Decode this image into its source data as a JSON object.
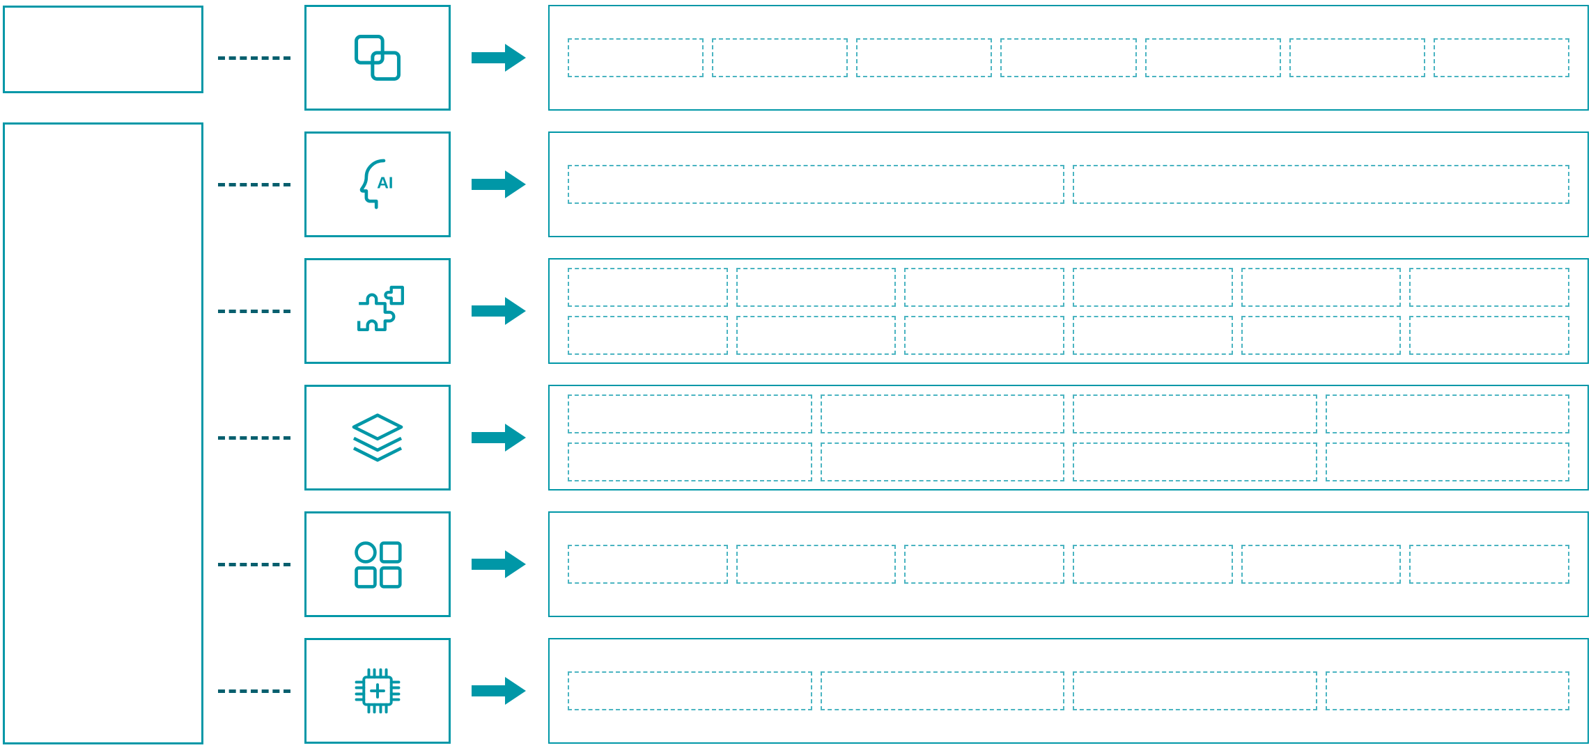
{
  "palette": {
    "accent": "#0097a7",
    "connector": "#075f6e",
    "placeholder_border": "#4ab4c1",
    "background": "#ffffff"
  },
  "icon_labels": {
    "ai_text": "AI"
  },
  "rows": [
    {
      "icon": "overlapping-windows-icon",
      "placeholder_grid": [
        7
      ]
    },
    {
      "icon": "ai-head-icon",
      "placeholder_grid": [
        2
      ]
    },
    {
      "icon": "puzzle-pieces-icon",
      "placeholder_grid": [
        6,
        6
      ]
    },
    {
      "icon": "layers-icon",
      "placeholder_grid": [
        4,
        4
      ]
    },
    {
      "icon": "app-grid-icon",
      "placeholder_grid": [
        6
      ]
    },
    {
      "icon": "cpu-chip-icon",
      "placeholder_grid": [
        4
      ]
    }
  ]
}
